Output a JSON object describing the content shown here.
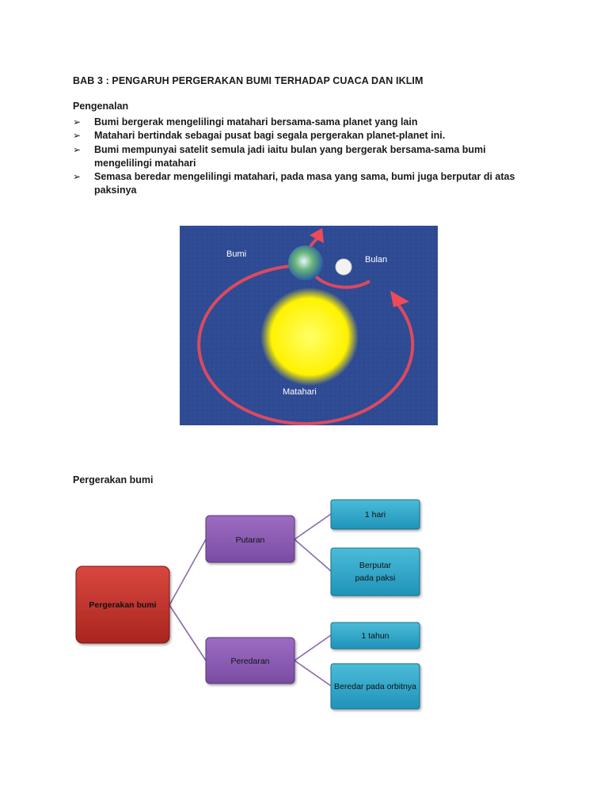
{
  "heading": "BAB 3 : PENGARUH PERGERAKAN BUMI TERHADAP CUACA DAN IKLIM",
  "intro": {
    "title": "Pengenalan",
    "bullet_glyph": "➢",
    "bullets": [
      "Bumi bergerak mengelilingi matahari bersama-sama planet yang lain",
      "Matahari bertindak sebagai pusat bagi segala pergerakan planet-planet ini.",
      "Bumi mempunyai satelit semula jadi iaitu bulan yang bergerak bersama-sama bumi mengelilingi matahari",
      "Semasa beredar mengelilingi matahari, pada masa yang sama, bumi juga berputar di atas paksinya"
    ]
  },
  "figure": {
    "labels": {
      "earth": "Bumi",
      "moon": "Bulan",
      "sun": "Matahari"
    },
    "colors": {
      "background": "#2f4b94",
      "orbit": "#ee4a5a",
      "sun": "#fff200",
      "earth": "#3a8d5a",
      "moon": "#f2f2f2"
    }
  },
  "movement": {
    "title": "Pergerakan bumi",
    "root": "Pergerakan bumi",
    "branches": [
      {
        "label": "Putaran",
        "children": [
          "1 hari",
          "Berputar pada paksi"
        ]
      },
      {
        "label": "Peredaran",
        "children": [
          "1 tahun",
          "Beredar pada orbitnya"
        ]
      }
    ],
    "colors": {
      "root": "#c0302c",
      "branch": "#8a5bb0",
      "leaf": "#2fa6c8",
      "connector": "#8a6aae"
    }
  }
}
